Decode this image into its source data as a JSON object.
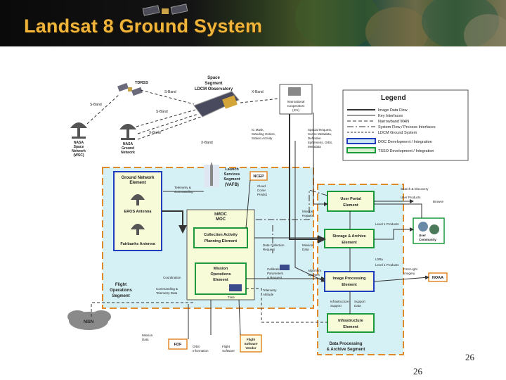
{
  "title": "Landsat 8 Ground System",
  "legend": {
    "heading": "Legend",
    "items": [
      "Image Data Flow",
      "Key Interfaces",
      "Narrowband WAN",
      "System Flow / Process Interfaces",
      "LDCM Ground System",
      "DOC Development / Integration",
      "TSSO Development / Integration"
    ]
  },
  "nodes": {
    "tdrss": "TDRSS",
    "space_segment": [
      "Space",
      "Segment",
      "LDCM Observatory"
    ],
    "nasa_space_network": [
      "NASA",
      "Space",
      "Network",
      "(WSC)"
    ],
    "nasa_ground_network": [
      "NASA",
      "Ground",
      "Network"
    ],
    "international_cooperators": [
      "International",
      "Cooperators",
      "(ICs)"
    ],
    "launch_services": [
      "Launch",
      "Services",
      "Segment",
      "(VAFB)"
    ],
    "ncep": "NCEP",
    "ground_network_element": [
      "Ground Network",
      "Element"
    ],
    "eros_antenna": "EROS Antenna",
    "fairbanks_antenna": "Fairbanks Antenna",
    "moc_label": [
      "bMOC",
      "MOC"
    ],
    "collection_activity_planning": [
      "Collection Activity",
      "Planning Element"
    ],
    "mission_operations": [
      "Mission",
      "Operations",
      "Element"
    ],
    "flight_operations_segment": [
      "Flight",
      "Operations",
      "Segment"
    ],
    "user_portal": [
      "User Portal",
      "Element"
    ],
    "storage_archive": [
      "Storage & Archive",
      "Element"
    ],
    "image_processing": [
      "Image Processing",
      "Element"
    ],
    "infrastructure": [
      "Infrastructure",
      "Element"
    ],
    "data_processing_archive_segment": [
      "Data Processing",
      "& Archive Segment"
    ],
    "users": [
      "User",
      "Community"
    ],
    "noaa": "NOAA",
    "nisn": "NISN",
    "fdf": "FDF",
    "flight_software_vendor": [
      "Flight",
      "Software",
      "Vendor"
    ]
  },
  "flow_labels": {
    "s_band_1": "S-Band",
    "s_band_2": "S-Band",
    "s_band_3": "S-Band",
    "x_band_1": "X-Band",
    "x_band_2": "X-Band",
    "x_band_3": "X-Band",
    "ic_flow": [
      "IC Mask,",
      "Standing Orders,",
      "Station Activity"
    ],
    "special_request": [
      "Special Request,",
      "Scene Metadata,",
      "Definitive",
      "Ephemeris, Orbit,",
      "Metadata"
    ],
    "telemetry_commanding": [
      "Telemetry &",
      "Commanding"
    ],
    "cloud_cover": [
      "Cloud",
      "Cover",
      "Predict"
    ],
    "search_discovery": [
      "Search & Discovery",
      "User Products"
    ],
    "browse": "Browse",
    "mission_reports": [
      "Mission",
      "Reports"
    ],
    "level_products": "Level 1 Products",
    "data_collection_request": [
      "Data Collection",
      "Request"
    ],
    "mission_data": [
      "Mission",
      "Data"
    ],
    "l0ra_products": [
      "L0Ra",
      "Level 1 Products"
    ],
    "calibration": [
      "Calibration",
      "Parameters",
      "& Request"
    ],
    "algorithm_updates": [
      "Algorithm",
      "Updates"
    ],
    "first_light": [
      "First Light",
      "Imagery"
    ],
    "coordination": "Coordination",
    "commanding_telemetry": [
      "Commanding &",
      "Telemetry Data"
    ],
    "telemetry_attitude": [
      "Telemetry",
      "Attitude"
    ],
    "infrastructure_support": [
      "Infrastructure",
      "Support"
    ],
    "support_data": [
      "Support",
      "Data"
    ],
    "mission_data_2": [
      "Mission",
      "Data"
    ],
    "orbit_information": [
      "Orbit",
      "Information"
    ],
    "flight_software": [
      "Flight",
      "Software"
    ],
    "time": "Time"
  },
  "page_number_1": "26",
  "page_number_2": "26"
}
